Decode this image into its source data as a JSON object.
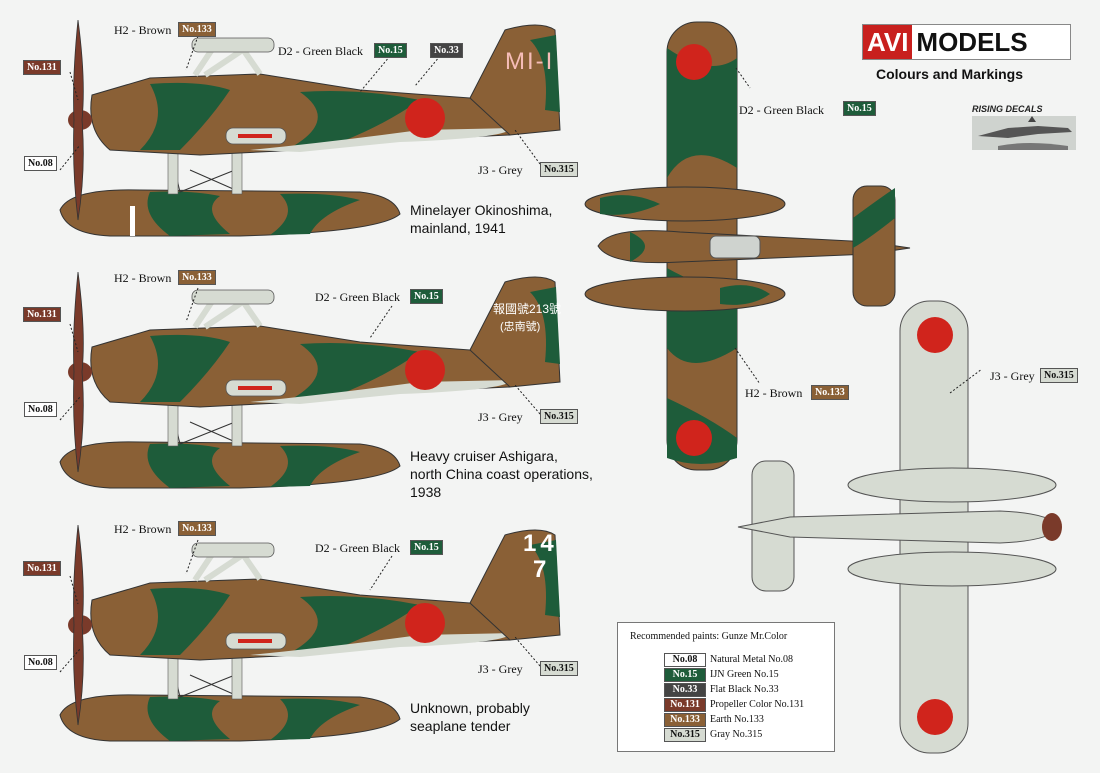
{
  "header": {
    "logo_avi": "AVI",
    "logo_models": "MODELS",
    "subtitle": "Colours and Markings",
    "partner": "RISING DECALS"
  },
  "profiles": [
    {
      "caption": [
        "Minelayer Okinoshima,",
        "mainland, 1941"
      ],
      "tail_code": "MI-I",
      "callouts": {
        "h2": "H2 - Brown",
        "h2_no": "No.133",
        "d2": "D2 - Green Black",
        "d2_no": "No.15",
        "black_no": "No.33",
        "j3": "J3 - Grey",
        "j3_no": "No.315",
        "prop_no": "No.131",
        "metal_no": "No.08"
      }
    },
    {
      "caption": [
        "Heavy cruiser Ashigara,",
        "north China coast operations,",
        "1938"
      ],
      "tail_code": "報國號213號",
      "tail_code2": "(忠南號)",
      "callouts": {
        "h2": "H2 - Brown",
        "h2_no": "No.133",
        "d2": "D2 - Green Black",
        "d2_no": "No.15",
        "j3": "J3 - Grey",
        "j3_no": "No.315",
        "prop_no": "No.131",
        "metal_no": "No.08"
      }
    },
    {
      "caption": [
        "Unknown, probably",
        "seaplane tender"
      ],
      "tail_code": "14",
      "tail_code2": "7",
      "callouts": {
        "h2": "H2 - Brown",
        "h2_no": "No.133",
        "d2": "D2 - Green Black",
        "d2_no": "No.15",
        "j3": "J3 - Grey",
        "j3_no": "No.315",
        "prop_no": "No.131",
        "metal_no": "No.08"
      }
    }
  ],
  "top_view": {
    "d2": "D2 - Green Black",
    "d2_no": "No.15",
    "h2": "H2 - Brown",
    "h2_no": "No.133"
  },
  "bottom_view": {
    "j3": "J3 - Grey",
    "j3_no": "No.315"
  },
  "legend": {
    "title": "Recommended paints: Gunze Mr.Color",
    "rows": [
      {
        "no": "No.08",
        "name": "Natural Metal No.08"
      },
      {
        "no": "No.15",
        "name": "IJN Green No.15"
      },
      {
        "no": "No.33",
        "name": "Flat Black No.33"
      },
      {
        "no": "No.131",
        "name": "Propeller Color No.131"
      },
      {
        "no": "No.133",
        "name": "Earth No.133"
      },
      {
        "no": "No.315",
        "name": "Gray No.315"
      }
    ]
  },
  "colors": {
    "green": "#1e5c3a",
    "brown": "#8a6036",
    "grey": "#d6dbd2",
    "hinomaru": "#d0241c",
    "propeller": "#7a3a2a",
    "logo_red": "#c8201e"
  }
}
